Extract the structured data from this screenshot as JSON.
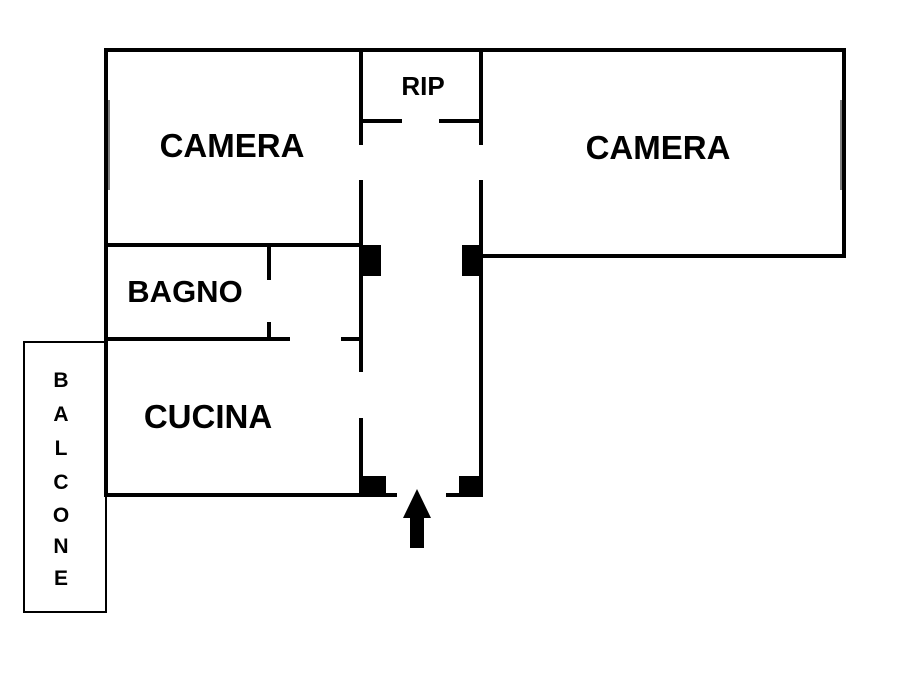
{
  "rooms": {
    "camera_left": "CAMERA",
    "rip": "RIP",
    "camera_right": "CAMERA",
    "bagno": "BAGNO",
    "cucina": "CUCINA",
    "balcone_letters": [
      "B",
      "A",
      "L",
      "C",
      "O",
      "N",
      "E"
    ]
  },
  "entrance": {
    "icon": "arrow-up-icon"
  },
  "colors": {
    "wall": "#000000",
    "background": "#ffffff"
  }
}
